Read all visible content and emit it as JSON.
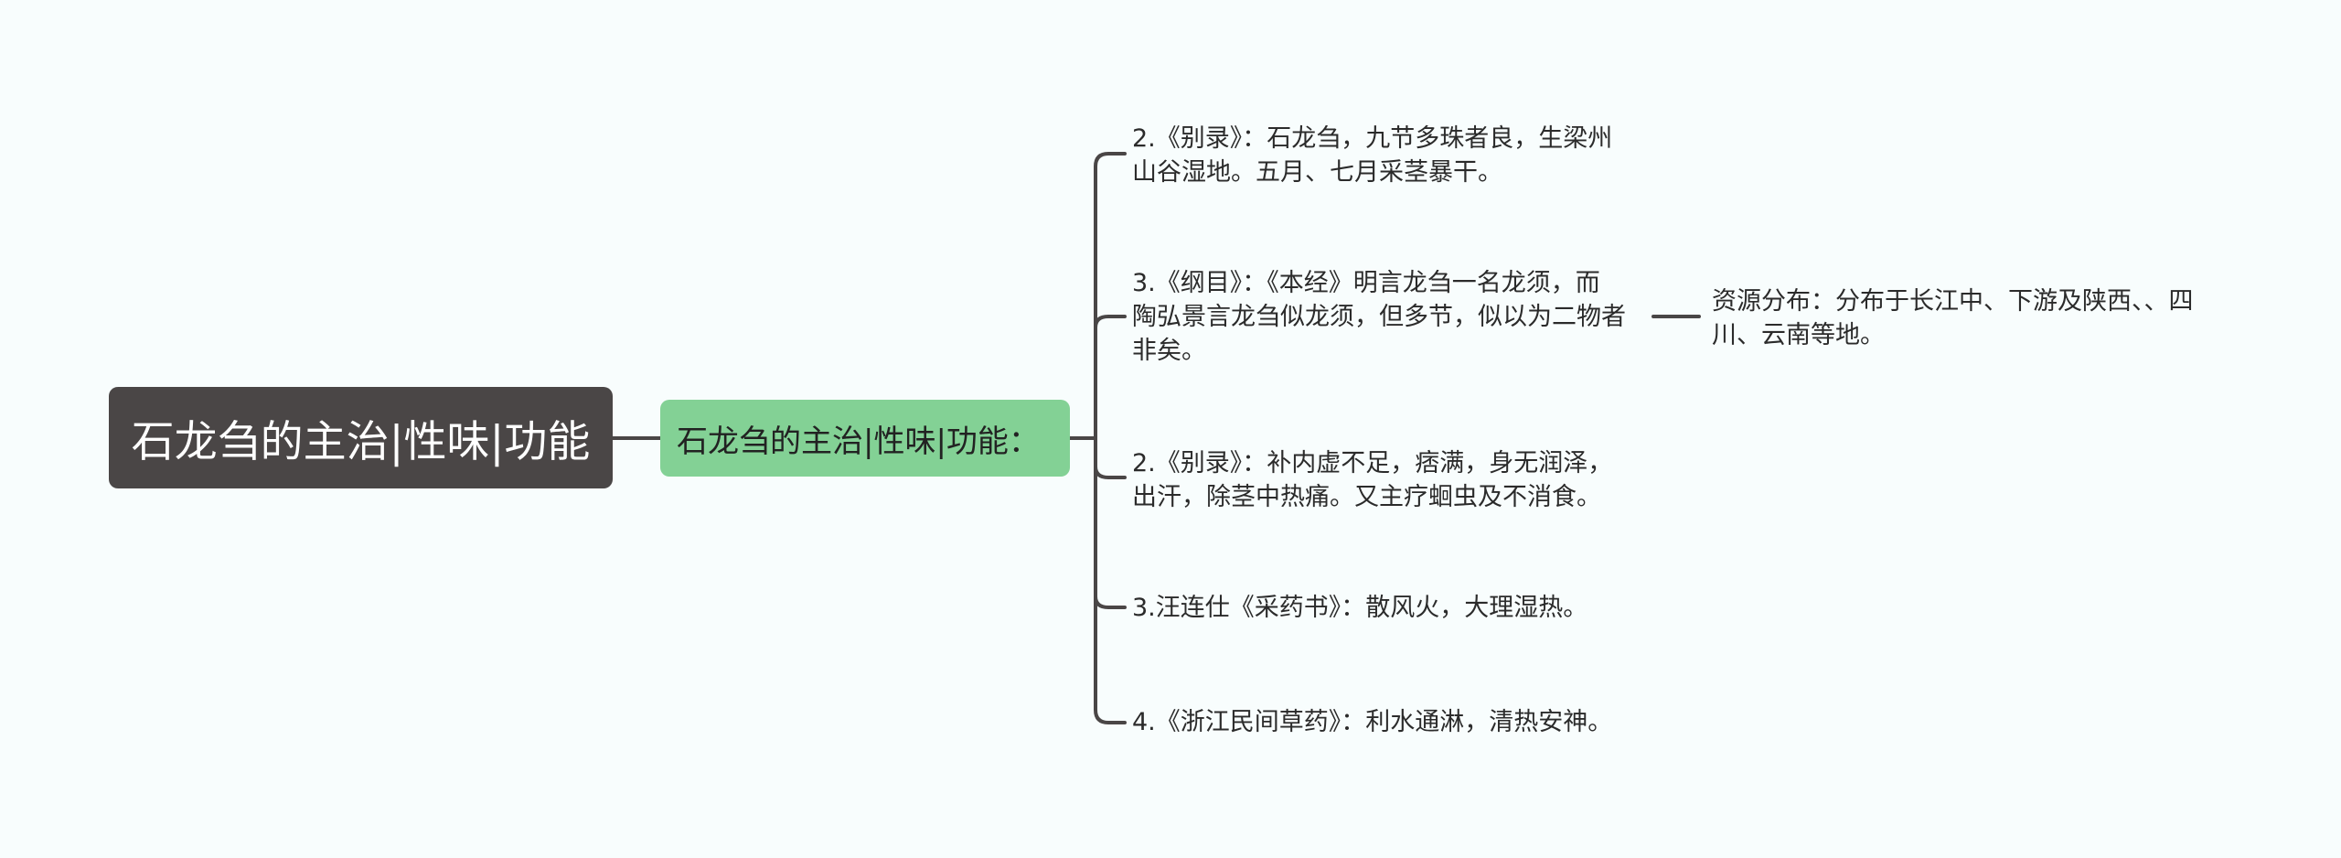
{
  "root": {
    "label": "石龙刍的主治|性味|功能"
  },
  "main": {
    "label": "石龙刍的主治|性味|功能："
  },
  "branches": [
    {
      "text": "2.《别录》：石龙刍，九节多珠者良，生梁州\n山谷湿地。五月、七月采茎暴干。"
    },
    {
      "text": "3.《纲目》：《本经》明言龙刍一名龙须，而\n陶弘景言龙刍似龙须，但多节，似以为二物者\n非矣。"
    },
    {
      "text": "2.《别录》：补内虚不足，痞满，身无润泽，\n出汗，除茎中热痛。又主疗蛔虫及不消食。"
    },
    {
      "text": "3.汪连仕《采药书》：散风火，大理湿热。"
    },
    {
      "text": "4.《浙江民间草药》：利水通淋，清热安神。"
    }
  ],
  "sub_branch": {
    "text": "资源分布：分布于长江中、下游及陕西、、四\n川、云南等地。"
  },
  "colors": {
    "background": "#f8fdfd",
    "root_fill": "#4a4646",
    "main_fill": "#83d195",
    "connector": "#4a4646"
  }
}
